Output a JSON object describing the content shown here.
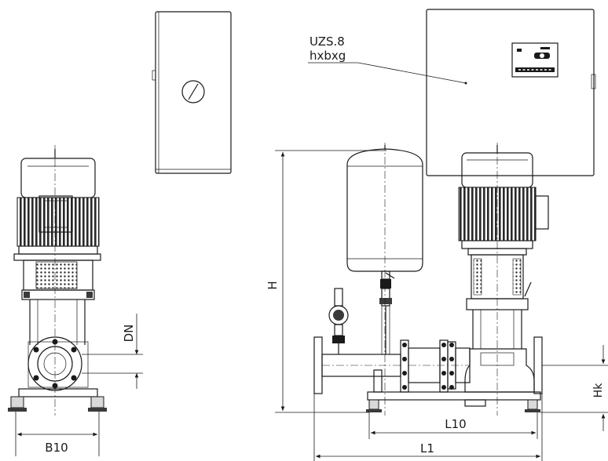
{
  "labels": {
    "controller_model": "UZS.8",
    "controller_dims": "hxbxg",
    "dn": "DN",
    "b10": "B10",
    "h": "H",
    "hk": "Hk",
    "l10": "L10",
    "l1": "L1"
  },
  "icons": {
    "controller_handle": "lock-handle-icon",
    "pressure_gauge": "pressure-gauge-icon"
  }
}
